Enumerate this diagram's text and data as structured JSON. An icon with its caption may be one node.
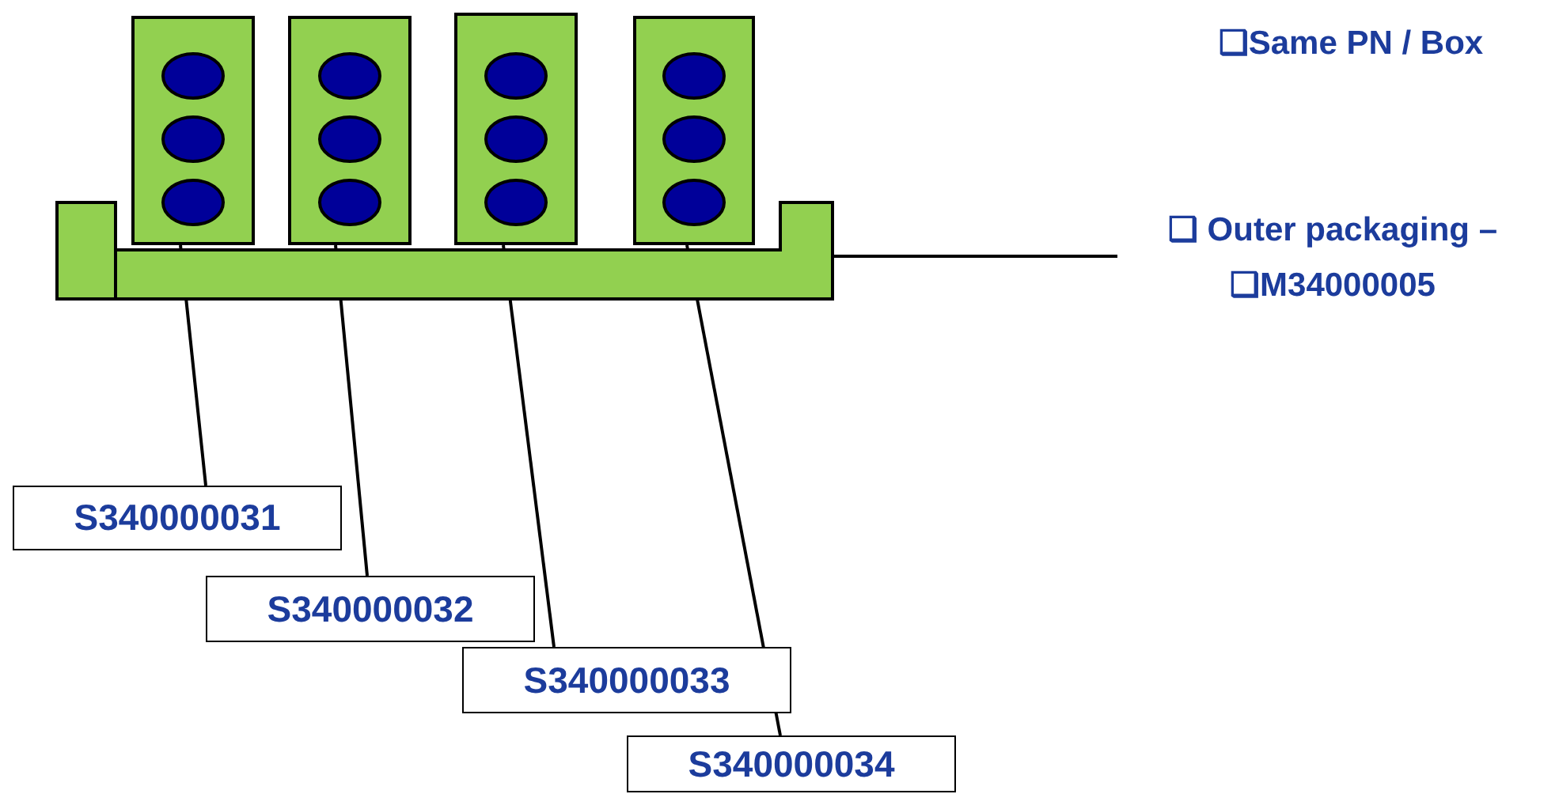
{
  "diagram": {
    "nodes": [
      {
        "text": [],
        "shape": "box"
      },
      {
        "text": [],
        "shape": "box"
      },
      {
        "text": [],
        "shape": "box"
      },
      {
        "text": [],
        "shape": "box"
      },
      {
        "text": [],
        "shape": "box"
      },
      {
        "text": [
          "❑ Outer packaging –",
          "❑M34000005"
        ]
      },
      {
        "text": [
          "S340000031"
        ]
      },
      {
        "text": [
          "S340000032"
        ]
      },
      {
        "text": [
          "S340000033"
        ]
      },
      {
        "text": [
          "S340000034"
        ]
      }
    ],
    "edges": [
      {
        "from": 6,
        "to": 0,
        "arrow": "none"
      },
      {
        "from": 7,
        "to": 1,
        "arrow": "none"
      },
      {
        "from": 8,
        "to": 2,
        "arrow": "none"
      },
      {
        "from": 9,
        "to": 3,
        "arrow": "none"
      },
      {
        "from": 4,
        "to": 5,
        "arrow": "none"
      }
    ],
    "labels": [
      "❑Same PN / Box"
    ]
  }
}
